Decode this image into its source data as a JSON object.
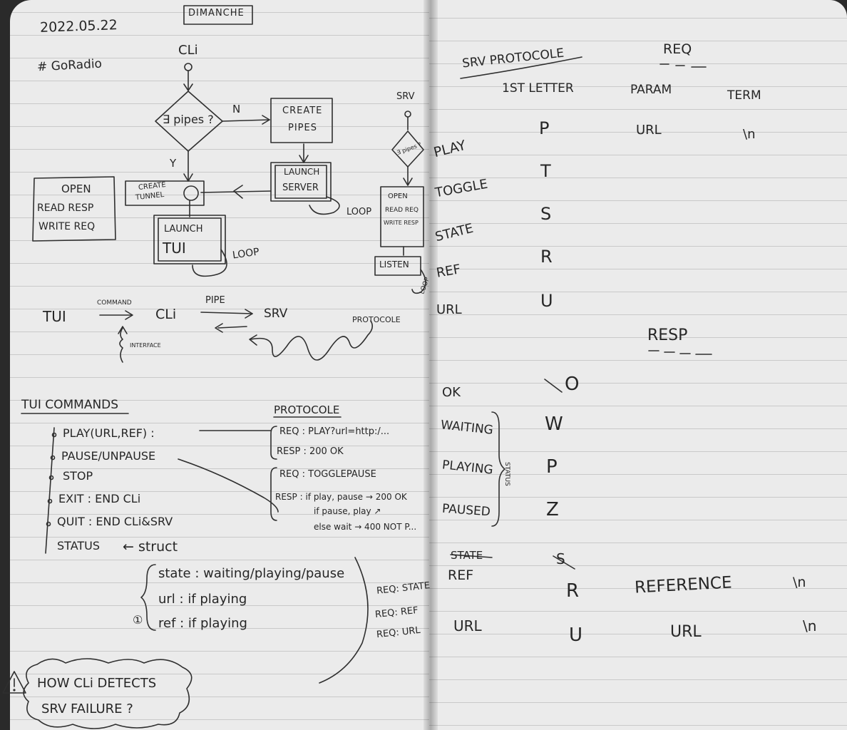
{
  "left_page": {
    "date": "2022.05.22",
    "day": "DIMANCHE",
    "tag": "# GoRadio",
    "flow_cli": "CLi",
    "flow_decision": "∃ pipes ?",
    "flow_no": "N",
    "flow_yes": "Y",
    "flow_create_pipes": [
      "CREATE",
      "PIPES"
    ],
    "flow_launch_server": [
      "LAUNCH",
      "SERVER"
    ],
    "flow_loop_server": "LOOP",
    "flow_create_tunnel": [
      "CREATE",
      "TUNNEL"
    ],
    "flow_open_block": [
      "OPEN",
      "READ RESP",
      "WRITE REQ"
    ],
    "flow_launch_tui": [
      "LAUNCH",
      "TUI"
    ],
    "flow_loop_tui": "LOOP",
    "srv_label": "SRV",
    "srv_decision": "∃ pipes ?",
    "srv_open_block": [
      "OPEN",
      "READ REQ",
      "WRITE RESP"
    ],
    "srv_listen": "LISTEN",
    "srv_loop": "LOOP",
    "arch_tui": "TUI",
    "arch_command": "COMMAND",
    "arch_cli": "CLi",
    "arch_pipe": "PIPE",
    "arch_srv": "SRV",
    "arch_protocole": "PROTOCOLE",
    "arch_interface": "INTERFACE",
    "commands_title": "TUI COMMANDS",
    "commands": [
      "PLAY(URL,REF) :",
      "PAUSE/UNPAUSE",
      "STOP",
      "EXIT : END CLi",
      "QUIT : END CLi&SRV",
      "STATUS"
    ],
    "status_arrow": "← struct",
    "struct_lines": [
      "state : waiting/playing/pause",
      "url : if playing",
      "ref : if playing"
    ],
    "struct_marker": "①",
    "protocole_title": "PROTOCOLE",
    "protocole_lines": [
      "REQ :  PLAY?url=http:/...",
      "RESP :  200 OK",
      "REQ :  TOGGLEPAUSE",
      "RESP : if play, pause → 200 OK",
      "if pause, play ↗",
      "else wait → 400 NOT P..."
    ],
    "req_lines": [
      "REQ: STATE",
      "REQ: REF",
      "REQ: URL"
    ],
    "warning_icon": "warning-triangle",
    "warning_lines": [
      "HOW CLi DETECTS",
      "SRV FAILURE ?"
    ]
  },
  "right_page": {
    "title": "SRV PROTOCOLE",
    "req_heading": "REQ",
    "col_first_letter": "1ST LETTER",
    "col_param": "PARAM",
    "col_term": "TERM",
    "req_rows": [
      {
        "name": "PLAY",
        "letter": "P",
        "param": "URL",
        "term": "\\n"
      },
      {
        "name": "TOGGLE",
        "letter": "T",
        "param": "",
        "term": ""
      },
      {
        "name": "STATE",
        "letter": "S",
        "param": "",
        "term": ""
      },
      {
        "name": "REF",
        "letter": "R",
        "param": "",
        "term": ""
      },
      {
        "name": "URL",
        "letter": "U",
        "param": "",
        "term": ""
      }
    ],
    "resp_heading": "RESP",
    "resp_rows": [
      {
        "name": "OK",
        "letter": "O"
      },
      {
        "name": "WAITING",
        "letter": "W"
      },
      {
        "name": "PLAYING",
        "letter": "P"
      },
      {
        "name": "PAUSED",
        "letter": "Z"
      }
    ],
    "status_brace_label": "STATUS",
    "state_struck": "STATE",
    "state_struck_letter": "S",
    "resp_rows_extra": [
      {
        "name": "REF",
        "letter": "R",
        "param": "REFERENCE",
        "term": "\\n"
      },
      {
        "name": "URL",
        "letter": "U",
        "param": "URL",
        "term": "\\n"
      }
    ]
  }
}
